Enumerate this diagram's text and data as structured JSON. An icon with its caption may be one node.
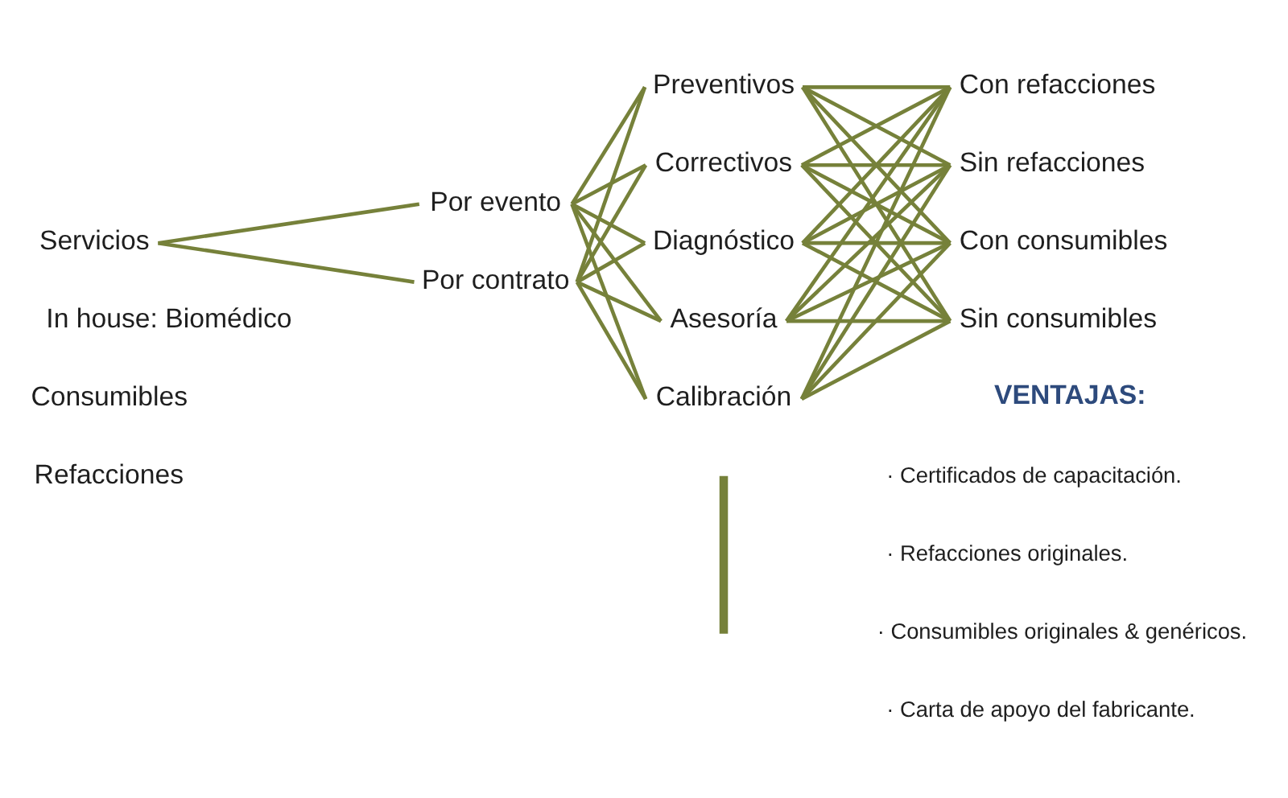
{
  "diagram": {
    "nodes": [
      {
        "text": [
          "Servicios"
        ]
      },
      {
        "text": [
          "Por evento"
        ]
      },
      {
        "text": [
          "Por contrato"
        ]
      },
      {
        "text": [
          "Preventivos"
        ]
      },
      {
        "text": [
          "Correctivos"
        ]
      },
      {
        "text": [
          "Diagnóstico"
        ]
      },
      {
        "text": [
          "Asesoría"
        ]
      },
      {
        "text": [
          "Calibración"
        ]
      },
      {
        "text": [
          "Con refacciones"
        ]
      },
      {
        "text": [
          "Sin refacciones"
        ]
      },
      {
        "text": [
          "Con consumibles"
        ]
      },
      {
        "text": [
          "Sin consumibles"
        ]
      },
      {
        "text": [
          "In house: Biomédico"
        ]
      },
      {
        "text": [
          "Consumibles"
        ]
      },
      {
        "text": [
          "Refacciones"
        ]
      }
    ],
    "edges": [
      {
        "from": 0,
        "to": 1,
        "arrow": "none"
      },
      {
        "from": 0,
        "to": 2,
        "arrow": "none"
      },
      {
        "from": 1,
        "to": 3,
        "arrow": "none"
      },
      {
        "from": 1,
        "to": 4,
        "arrow": "none"
      },
      {
        "from": 1,
        "to": 5,
        "arrow": "none"
      },
      {
        "from": 1,
        "to": 6,
        "arrow": "none"
      },
      {
        "from": 1,
        "to": 7,
        "arrow": "none"
      },
      {
        "from": 2,
        "to": 3,
        "arrow": "none"
      },
      {
        "from": 2,
        "to": 4,
        "arrow": "none"
      },
      {
        "from": 2,
        "to": 5,
        "arrow": "none"
      },
      {
        "from": 2,
        "to": 6,
        "arrow": "none"
      },
      {
        "from": 2,
        "to": 7,
        "arrow": "none"
      },
      {
        "from": 3,
        "to": 8,
        "arrow": "none"
      },
      {
        "from": 3,
        "to": 9,
        "arrow": "none"
      },
      {
        "from": 3,
        "to": 10,
        "arrow": "none"
      },
      {
        "from": 3,
        "to": 11,
        "arrow": "none"
      },
      {
        "from": 4,
        "to": 8,
        "arrow": "none"
      },
      {
        "from": 4,
        "to": 9,
        "arrow": "none"
      },
      {
        "from": 4,
        "to": 10,
        "arrow": "none"
      },
      {
        "from": 4,
        "to": 11,
        "arrow": "none"
      },
      {
        "from": 5,
        "to": 8,
        "arrow": "none"
      },
      {
        "from": 5,
        "to": 9,
        "arrow": "none"
      },
      {
        "from": 5,
        "to": 10,
        "arrow": "none"
      },
      {
        "from": 5,
        "to": 11,
        "arrow": "none"
      },
      {
        "from": 6,
        "to": 8,
        "arrow": "none"
      },
      {
        "from": 6,
        "to": 9,
        "arrow": "none"
      },
      {
        "from": 6,
        "to": 10,
        "arrow": "none"
      },
      {
        "from": 6,
        "to": 11,
        "arrow": "none"
      },
      {
        "from": 7,
        "to": 8,
        "arrow": "none"
      },
      {
        "from": 7,
        "to": 9,
        "arrow": "none"
      },
      {
        "from": 7,
        "to": 10,
        "arrow": "none"
      },
      {
        "from": 7,
        "to": 11,
        "arrow": "none"
      }
    ],
    "labels": [
      "VENTAJAS:",
      "· Certificados de capacitación.",
      "· Refacciones originales.",
      "· Consumibles originales & genéricos.",
      "· Carta de apoyo del fabricante."
    ]
  }
}
